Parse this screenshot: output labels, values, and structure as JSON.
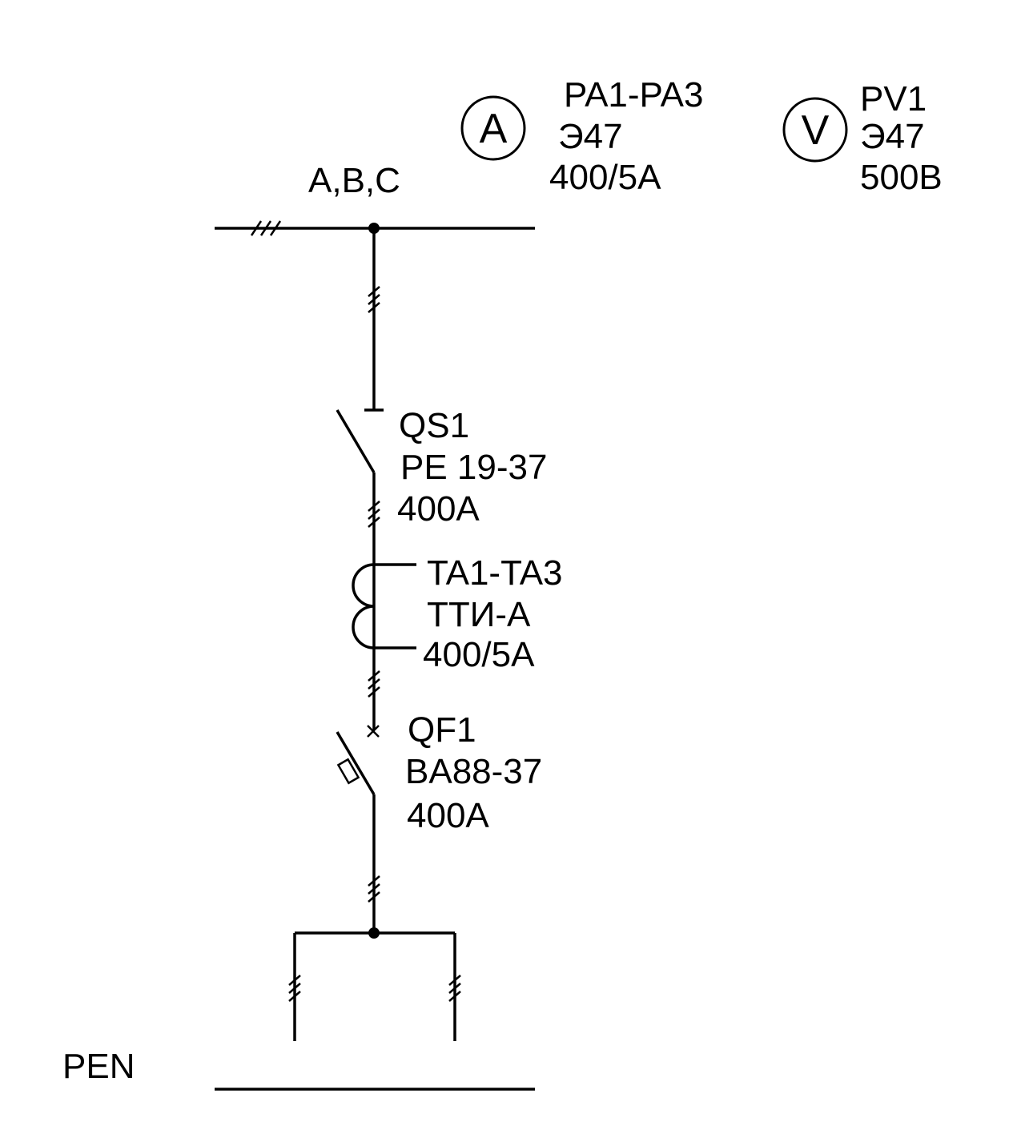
{
  "bus": {
    "phases_label": "A,B,C"
  },
  "ammeter": {
    "symbol": "A",
    "designation": "PA1-PA3",
    "type": "Э47",
    "rating": "400/5A"
  },
  "voltmeter": {
    "symbol": "V",
    "designation": "PV1",
    "type": "Э47",
    "rating": "500B"
  },
  "disconnector": {
    "designation": "QS1",
    "type": "PE 19-37",
    "rating": "400A"
  },
  "current_transformer": {
    "designation": "TA1-TA3",
    "type": "ТТИ-А",
    "rating": "400/5A"
  },
  "circuit_breaker": {
    "designation": "QF1",
    "type": "BA88-37",
    "rating": "400A"
  },
  "pen_bus": {
    "label": "PEN"
  }
}
